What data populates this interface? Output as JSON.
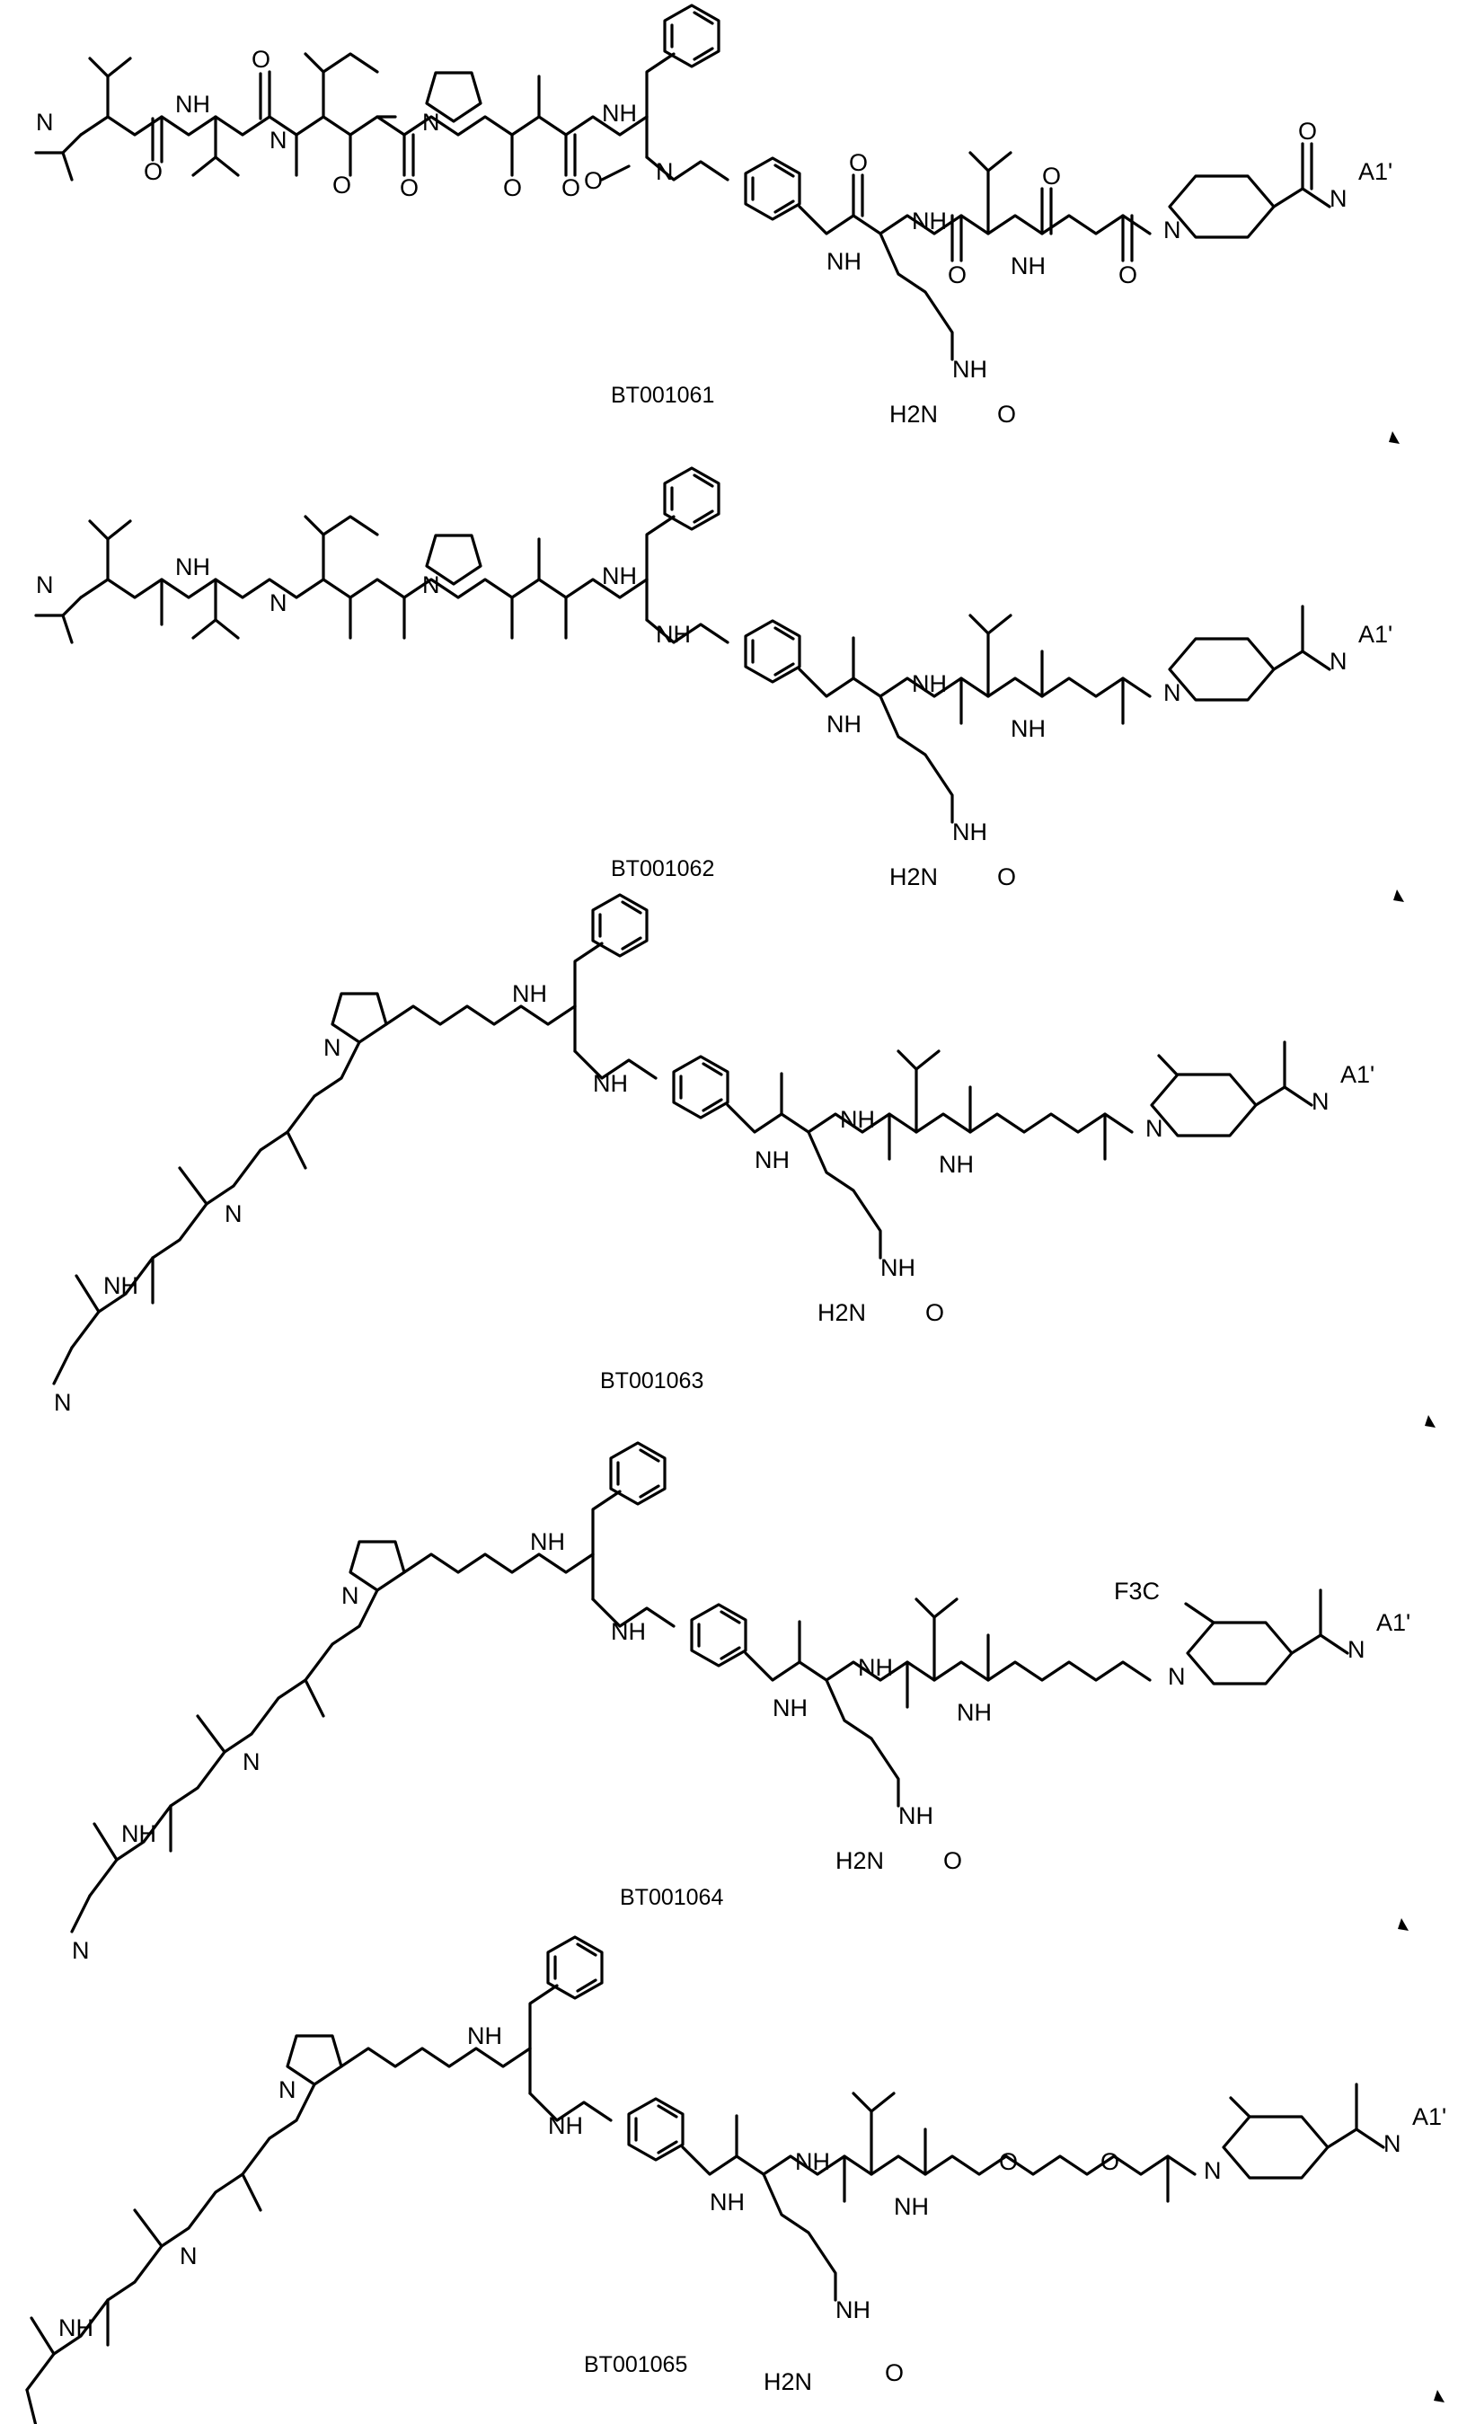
{
  "compounds": [
    {
      "id": "BT001061",
      "caption": "BT001061",
      "terminal_label": "A1'"
    },
    {
      "id": "BT001062",
      "caption": "BT001062",
      "terminal_label": "A1'"
    },
    {
      "id": "BT001063",
      "caption": "BT001063",
      "terminal_label": "A1'"
    },
    {
      "id": "BT001064",
      "caption": "BT001064",
      "terminal_label": "A1'",
      "substituent": "F3C"
    },
    {
      "id": "BT001065",
      "caption": "BT001065",
      "terminal_label": "A1'"
    }
  ],
  "atom_labels": {
    "nitrogen": "N",
    "oxygen": "O",
    "amide_nh": "NH",
    "amine_nh": "NH",
    "h2n": "H2N",
    "n_h": "N"
  }
}
